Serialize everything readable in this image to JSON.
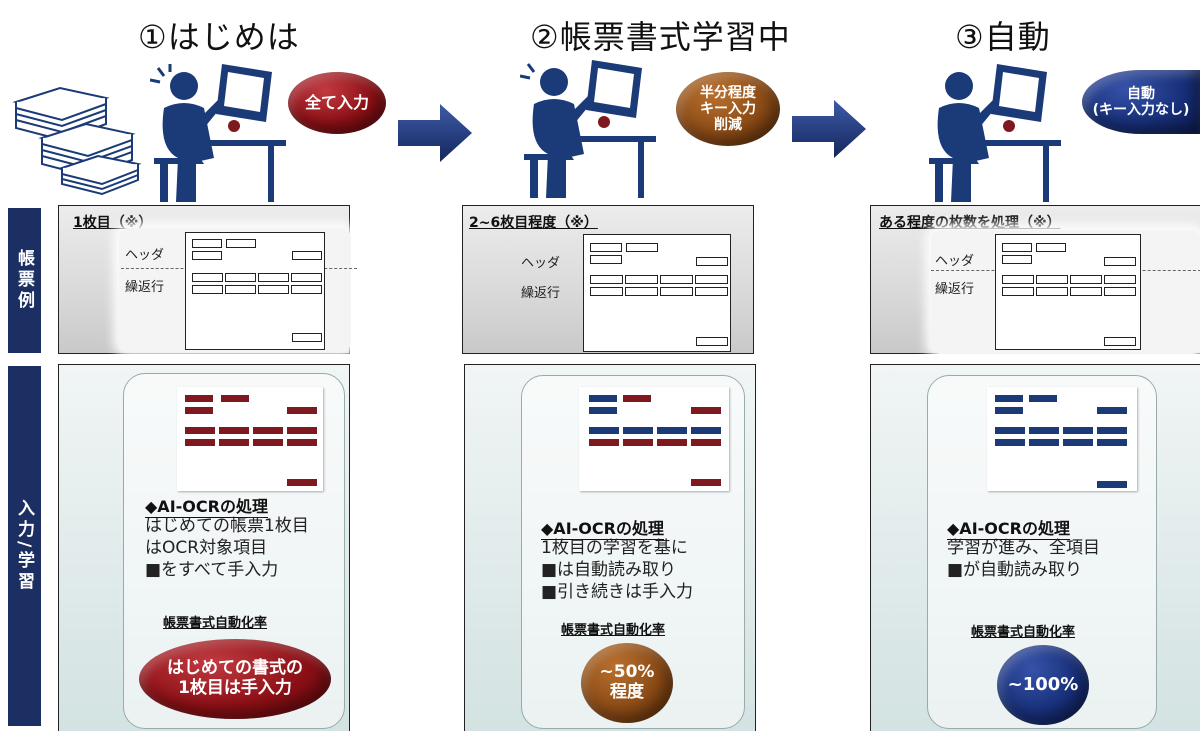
{
  "stages": [
    {
      "title": "①はじめは",
      "bubble": "全て入力"
    },
    {
      "title": "②帳票書式学習中",
      "bubble_lines": [
        "半分程度",
        "キー入力",
        "削減"
      ]
    },
    {
      "title": "③自動",
      "bubble_lines": [
        "自動",
        "(キー入力なし)"
      ]
    }
  ],
  "rows": {
    "forms_label": "帳票例",
    "learning_label": "入力/学習"
  },
  "form_panels": [
    {
      "label": "1枚目（※）",
      "header_label": "ヘッダ",
      "repeat_label": "繰返行"
    },
    {
      "label": "2~6枚目程度（※）",
      "header_label": "ヘッダ",
      "repeat_label": "繰返行"
    },
    {
      "label": "ある程度の枚数を処理（※）",
      "header_label": "ヘッダ",
      "repeat_label": "繰返行"
    }
  ],
  "learning_panels": [
    {
      "ai_title": "◆AI-OCRの処理",
      "lines": [
        "はじめての帳票1枚目",
        "はOCR対象項目",
        "■をすべて手入力"
      ],
      "rate_label": "帳票書式自動化率",
      "rate_lines": [
        "はじめての書式の",
        "1枚目は手入力"
      ]
    },
    {
      "ai_title": "◆AI-OCRの処理",
      "lines": [
        "1枚目の学習を基に",
        "■は自動読み取り",
        "■引き続きは手入力"
      ],
      "rate_label": "帳票書式自動化率",
      "rate_lines": [
        "~50%",
        "程度"
      ]
    },
    {
      "ai_title": "◆AI-OCRの処理",
      "lines": [
        "学習が進み、全項目",
        "■が自動読み取り"
      ],
      "rate_label": "帳票書式自動化率",
      "rate_lines": [
        "~100%"
      ]
    }
  ],
  "colors": {
    "manual_input": "#7e1920",
    "auto_read": "#1b3a78",
    "sidebar": "#1b2f62",
    "arrow": "#1b2f62"
  },
  "icons": [
    "paper-stack-icon",
    "worker-at-desk-icon",
    "right-arrow-icon",
    "document-form-icon"
  ]
}
